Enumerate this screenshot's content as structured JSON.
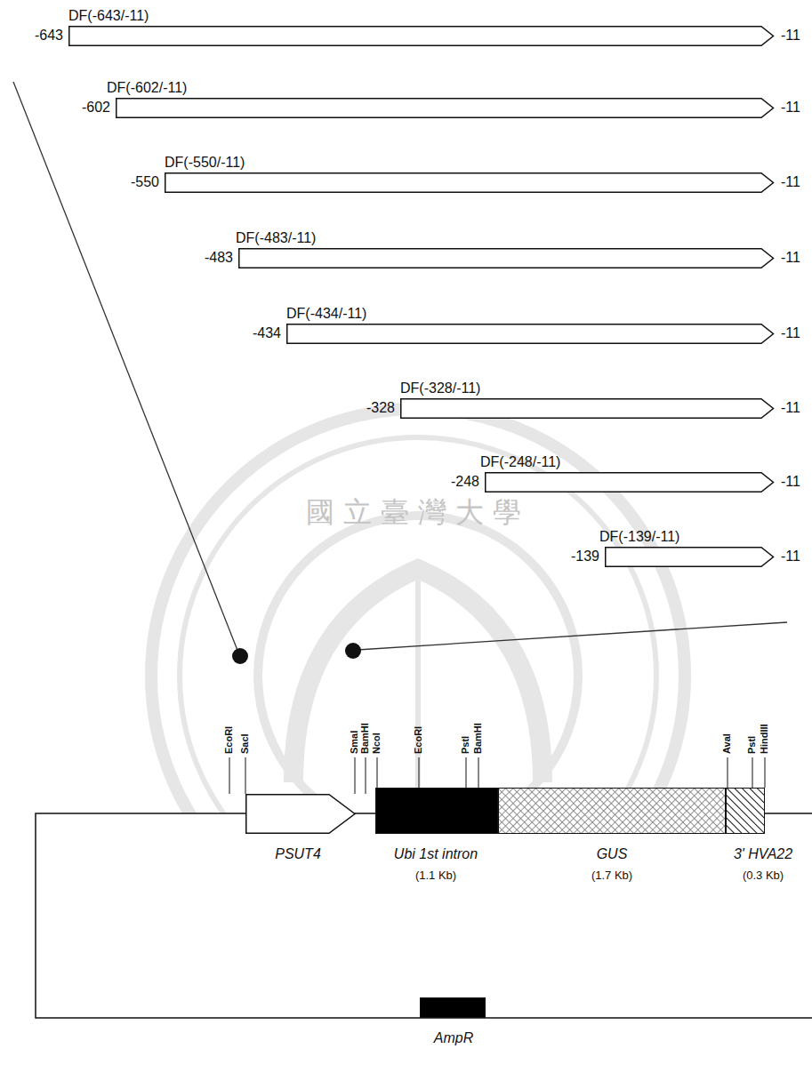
{
  "diagram": {
    "nodes": [
      {
        "text": [
          "DF(-643/-11)",
          "-643",
          "-11"
        ]
      },
      {
        "text": [
          "DF(-602/-11)",
          "-602",
          "-11"
        ]
      },
      {
        "text": [
          "DF(-550/-11)",
          "-550",
          "-11"
        ]
      },
      {
        "text": [
          "DF(-483/-11)",
          "-483",
          "-11"
        ]
      },
      {
        "text": [
          "DF(-434/-11)",
          "-434",
          "-11"
        ]
      },
      {
        "text": [
          "DF(-328/-11)",
          "-328",
          "-11"
        ]
      },
      {
        "text": [
          "DF(-248/-11)",
          "-248",
          "-11"
        ]
      },
      {
        "text": [
          "DF(-139/-11)",
          "-139",
          "-11"
        ]
      },
      {
        "text": [
          "PSUT4"
        ]
      },
      {
        "text": [
          "Ubi 1st intron",
          "(1.1 Kb)"
        ]
      },
      {
        "text": [
          "GUS",
          "(1.7 Kb)"
        ]
      },
      {
        "text": [
          "3' HVA22",
          "(0.3 Kb)"
        ]
      },
      {
        "text": [
          "AmpR"
        ]
      }
    ],
    "labels": [
      "EcoRI",
      "SacI",
      "SmaI",
      "BamHI",
      "NcoI",
      "EcoRI",
      "PstI",
      "BamHI",
      "AvaI",
      "PstI",
      "HindIII",
      "國立臺灣大學"
    ]
  }
}
